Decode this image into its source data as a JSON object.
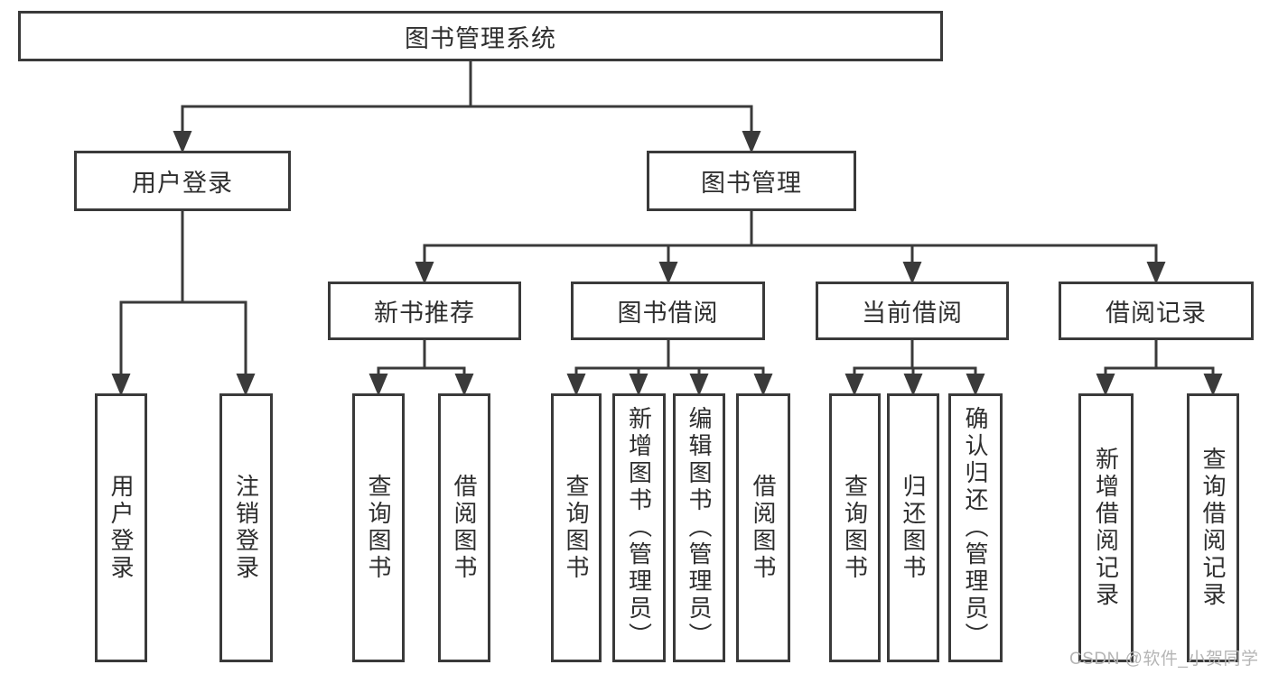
{
  "colors": {
    "line": "#3a3a3a",
    "box_border": "#3a3a3a",
    "text": "#2e2e2e",
    "background": "#ffffff",
    "watermark": "#b5b5b5"
  },
  "tree": {
    "label": "图书管理系统",
    "children": [
      {
        "label": "用户登录",
        "children": [
          {
            "label": "用户登录"
          },
          {
            "label": "注销登录"
          }
        ]
      },
      {
        "label": "图书管理",
        "children": [
          {
            "label": "新书推荐",
            "children": [
              {
                "label": "查询图书"
              },
              {
                "label": "借阅图书"
              }
            ]
          },
          {
            "label": "图书借阅",
            "children": [
              {
                "label": "查询图书"
              },
              {
                "label": "新增图书（管理员）"
              },
              {
                "label": "编辑图书（管理员）"
              },
              {
                "label": "借阅图书"
              }
            ]
          },
          {
            "label": "当前借阅",
            "children": [
              {
                "label": "查询图书"
              },
              {
                "label": "归还图书"
              },
              {
                "label": "确认归还（管理员）"
              }
            ]
          },
          {
            "label": "借阅记录",
            "children": [
              {
                "label": "新增借阅记录"
              },
              {
                "label": "查询借阅记录"
              }
            ]
          }
        ]
      }
    ]
  },
  "watermark": {
    "text": "CSDN @软件_小贺同学"
  }
}
